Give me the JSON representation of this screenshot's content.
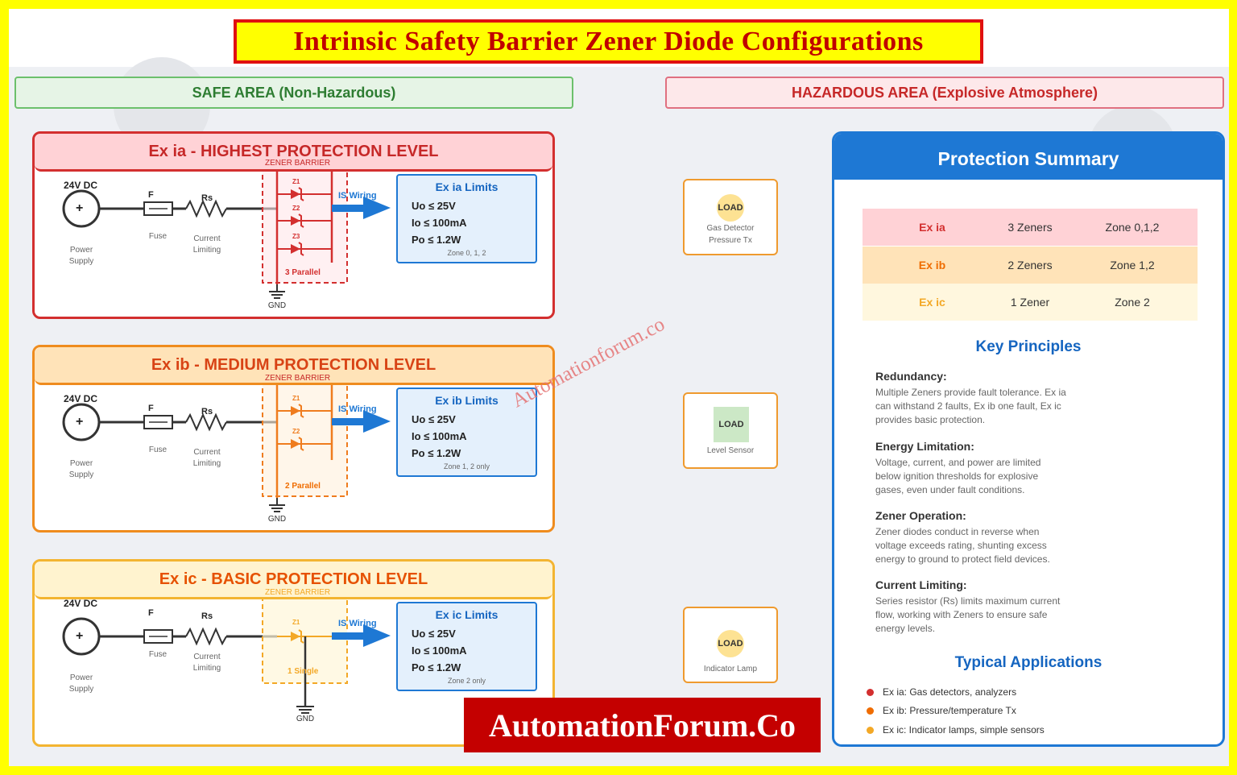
{
  "title": "Intrinsic Safety Barrier Zener Diode Configurations",
  "safe_area": "SAFE AREA (Non-Hazardous)",
  "hazardous_area": "HAZARDOUS AREA (Explosive Atmosphere)",
  "common": {
    "supply_voltage": "24V DC",
    "supply_symbol": "+",
    "power_supply_1": "Power",
    "power_supply_2": "Supply",
    "fuse_letter": "F",
    "fuse_label": "Fuse",
    "rs_letter": "Rs",
    "current_1": "Current",
    "current_2": "Limiting",
    "zener_barrier": "ZENER BARRIER",
    "is_wiring": "IS Wiring",
    "gnd": "GND"
  },
  "panels": [
    {
      "title": "Ex ia - HIGHEST PROTECTION LEVEL",
      "zeners": [
        "Z1",
        "Z2",
        "Z3"
      ],
      "parallel": "3 Parallel",
      "limits_title": "Ex ia Limits",
      "uo": "Uo ≤ 25V",
      "io": "Io ≤ 100mA",
      "po": "Po ≤ 1.2W",
      "zone": "Zone 0, 1, 2",
      "color": "#d32f2f"
    },
    {
      "title": "Ex ib - MEDIUM PROTECTION LEVEL",
      "zeners": [
        "Z1",
        "Z2"
      ],
      "parallel": "2 Parallel",
      "limits_title": "Ex ib Limits",
      "uo": "Uo ≤ 25V",
      "io": "Io ≤ 100mA",
      "po": "Po ≤ 1.2W",
      "zone": "Zone 1, 2 only",
      "color": "#ef7c1e"
    },
    {
      "title": "Ex ic - BASIC PROTECTION LEVEL",
      "zeners": [
        "Z1"
      ],
      "parallel": "1 Single",
      "limits_title": "Ex ic Limits",
      "uo": "Uo ≤ 25V",
      "io": "Io ≤ 100mA",
      "po": "Po ≤ 1.2W",
      "zone": "Zone 2 only",
      "color": "#f3a826"
    }
  ],
  "loads": [
    {
      "label": "LOAD",
      "line1": "Gas Detector",
      "line2": "Pressure Tx"
    },
    {
      "label": "LOAD",
      "line1": "Level Sensor",
      "line2": ""
    },
    {
      "label": "LOAD",
      "line1": "Indicator Lamp",
      "line2": ""
    }
  ],
  "summary": {
    "title": "Protection Summary",
    "rows": [
      {
        "level": "Ex ia",
        "zeners": "3 Zeners",
        "zone": "Zone 0,1,2",
        "color": "#d32f2f"
      },
      {
        "level": "Ex ib",
        "zeners": "2 Zeners",
        "zone": "Zone 1,2",
        "color": "#ef6c00"
      },
      {
        "level": "Ex ic",
        "zeners": "1 Zener",
        "zone": "Zone 2",
        "color": "#f3a826"
      }
    ],
    "key_principles_title": "Key Principles",
    "principles": [
      {
        "heading": "Redundancy:",
        "body": "Multiple Zeners provide fault tolerance. Ex ia can withstand 2 faults, Ex ib one fault, Ex ic provides basic protection."
      },
      {
        "heading": "Energy Limitation:",
        "body": "Voltage, current, and power are limited below ignition thresholds for explosive gases, even under fault conditions."
      },
      {
        "heading": "Zener Operation:",
        "body": "Zener diodes conduct in reverse when voltage exceeds rating, shunting excess energy to ground to protect field devices."
      },
      {
        "heading": "Current Limiting:",
        "body": "Series resistor (Rs) limits maximum current flow, working with Zeners to ensure safe energy levels."
      }
    ],
    "applications_title": "Typical Applications",
    "applications": [
      {
        "text": "Ex ia: Gas detectors, analyzers",
        "color": "#d32f2f"
      },
      {
        "text": "Ex ib: Pressure/temperature Tx",
        "color": "#ef6c00"
      },
      {
        "text": "Ex ic: Indicator lamps, simple sensors",
        "color": "#f3a826"
      }
    ]
  },
  "watermark": "Automationforum.co",
  "footer": "AutomationForum.Co"
}
